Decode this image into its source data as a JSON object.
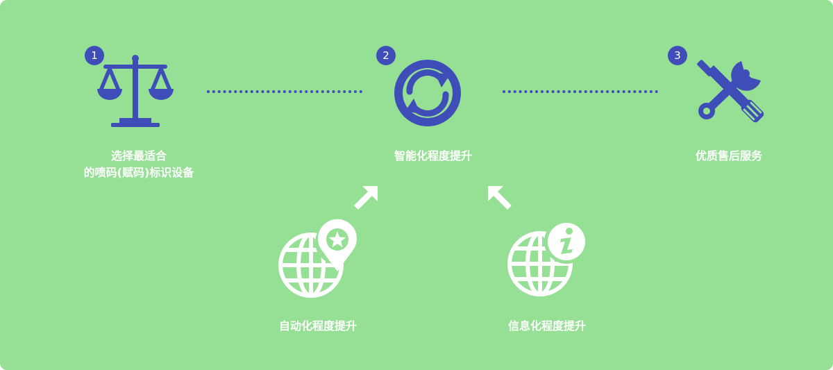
{
  "colors": {
    "background": "#96e096",
    "accent": "#3f4db8",
    "text": "#ffffff"
  },
  "steps": [
    {
      "number": "1",
      "icon": "scale-icon",
      "label_lines": [
        "选择最适合",
        "的喷码(赋码)标识设备"
      ]
    },
    {
      "number": "2",
      "icon": "refresh-icon",
      "label_lines": [
        "智能化程度提升"
      ]
    },
    {
      "number": "3",
      "icon": "tools-icon",
      "label_lines": [
        "优质售后服务"
      ]
    }
  ],
  "sub_items": [
    {
      "icon": "globe-star-pin-icon",
      "label": "自动化程度提升"
    },
    {
      "icon": "globe-info-icon",
      "label": "信息化程度提升"
    }
  ]
}
